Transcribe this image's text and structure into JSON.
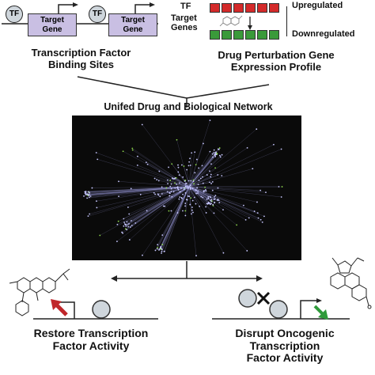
{
  "top_left": {
    "tf_label": "TF",
    "gene_label_line1": "Target",
    "gene_label_line2": "Gene",
    "caption_line1": "Transcription Factor",
    "caption_line2": "Binding Sites"
  },
  "top_right": {
    "row_tf": "TF",
    "row_target_line1": "Target",
    "row_target_line2": "Genes",
    "up_label": "Upregulated",
    "down_label": "Downregulated",
    "caption_line1": "Drug Perturbation Gene",
    "caption_line2": "Expression Profile"
  },
  "network": {
    "title": "Unifed Drug and Biological Network"
  },
  "bottom_left": {
    "caption_line1": "Restore Transcription",
    "caption_line2": "Factor Activity"
  },
  "bottom_right": {
    "caption_line1": "Disrupt Oncogenic",
    "caption_line2": "Transcription",
    "caption_line3": "Factor Activity"
  },
  "colors": {
    "upregulated": "#d42a2a",
    "downregulated": "#3a9a3a",
    "gene_box": "#c9bfe3",
    "network_bg": "#0a0a0a",
    "network_node": "#c8c8ff",
    "network_node_alt": "#8fd94a",
    "restore_arrow": "#c0262a",
    "disrupt_arrow": "#2f9a3a"
  }
}
